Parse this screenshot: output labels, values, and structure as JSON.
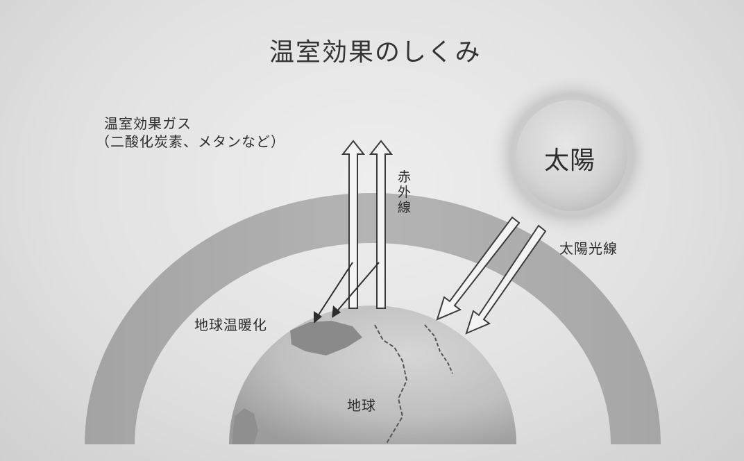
{
  "title": "温室効果のしくみ",
  "labels": {
    "greenhouse_gas_line1": "温室効果ガス",
    "greenhouse_gas_line2": "（二酸化炭素、メタンなど）",
    "sun": "太陽",
    "sun_rays": "太陽光線",
    "infrared": "赤外線",
    "global_warming": "地球温暖化",
    "earth": "地球"
  },
  "colors": {
    "background": "#e2e2e2",
    "atmosphere_band": "#a9a9a9",
    "earth": "#bdbdbd",
    "sun": "#d2d2d2",
    "arrow_outline": "#3a3a3a",
    "text": "#2d2d2d"
  }
}
